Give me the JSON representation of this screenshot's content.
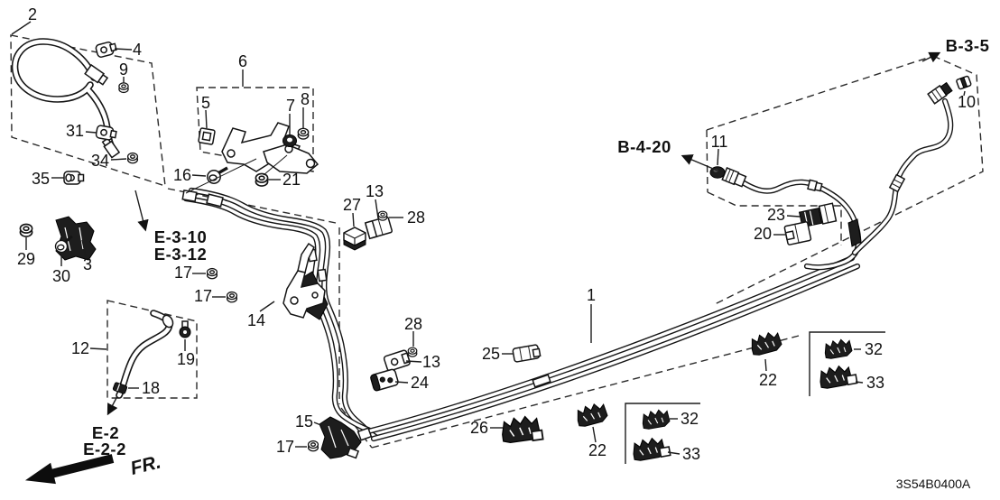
{
  "diagram": {
    "background_color": "#ffffff",
    "line_color": "#1a1a1a",
    "drawing_code": "3S54B0400A",
    "direction_label": "FR.",
    "refs": {
      "b35": "B-3-5",
      "b420": "B-4-20",
      "e310": "E-3-10",
      "e312": "E-3-12",
      "e2": "E-2",
      "e22": "E-2-2"
    },
    "parts": {
      "1": "1",
      "2": "2",
      "3": "3",
      "4": "4",
      "5": "5",
      "6": "6",
      "7": "7",
      "8": "8",
      "9": "9",
      "10": "10",
      "11": "11",
      "12": "12",
      "13": "13",
      "14": "14",
      "15": "15",
      "16": "16",
      "17": "17",
      "18": "18",
      "19": "19",
      "20": "20",
      "21": "21",
      "22": "22",
      "23": "23",
      "24": "24",
      "25": "25",
      "26": "26",
      "27": "27",
      "28": "28",
      "29": "29",
      "30": "30",
      "31": "31",
      "32": "32",
      "33": "33",
      "34": "34",
      "35": "35"
    }
  }
}
